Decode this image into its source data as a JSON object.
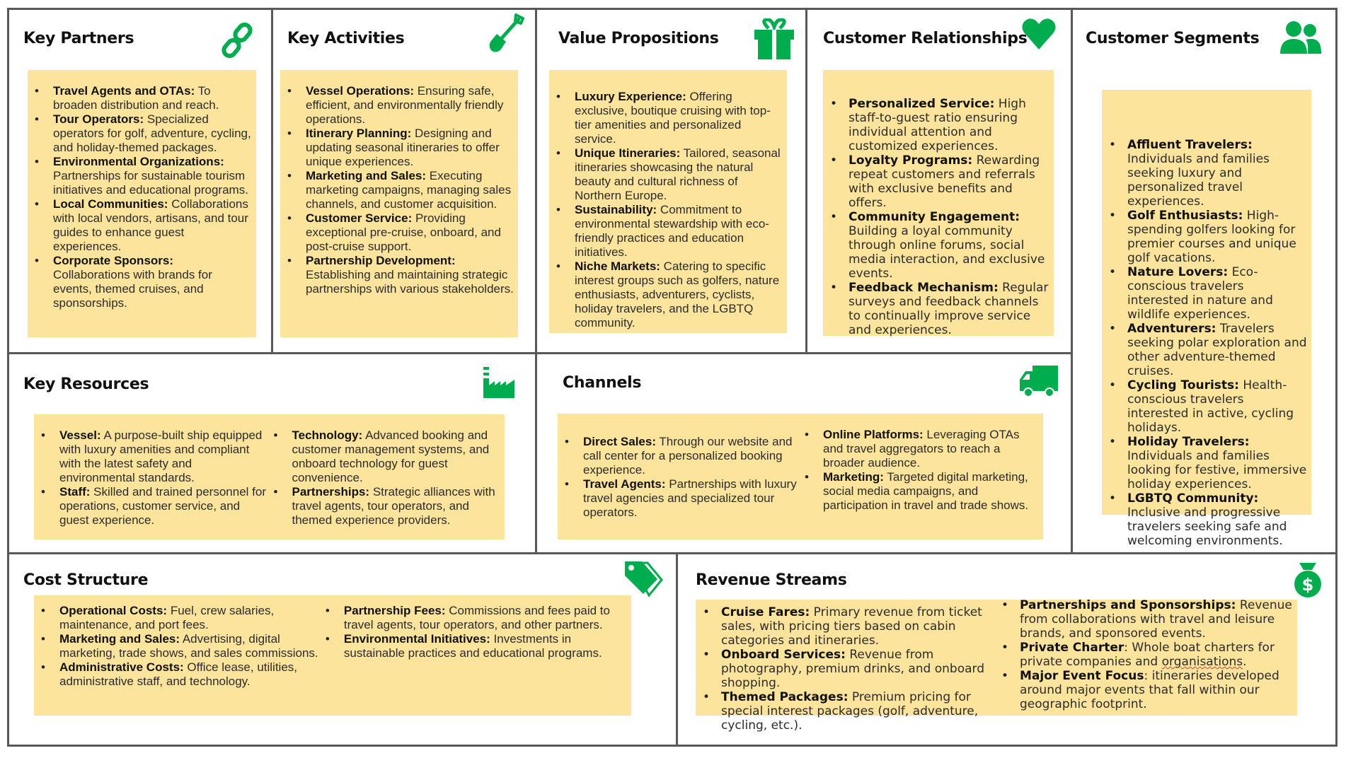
{
  "canvas": {
    "accent_color": "#00ad4e",
    "note_color": "#fde49c",
    "border_color": "#595959"
  },
  "key_partners": {
    "title": "Key Partners",
    "icon": "link-icon",
    "items": [
      {
        "label": "Travel Agents and OTAs:",
        "text": " To broaden distribution and reach."
      },
      {
        "label": "Tour Operators:",
        "text": " Specialized operators for golf, adventure, cycling, and holiday-themed packages."
      },
      {
        "label": "Environmental Organizations:",
        "text": " Partnerships for sustainable tourism initiatives and educational programs."
      },
      {
        "label": "Local Communities:",
        "text": " Collaborations with local vendors, artisans, and tour guides to enhance guest experiences."
      },
      {
        "label": "Corporate Sponsors:",
        "text": " Collaborations with brands for events, themed cruises, and sponsorships."
      }
    ]
  },
  "key_activities": {
    "title": "Key Activities",
    "icon": "shovel-icon",
    "items": [
      {
        "label": "Vessel Operations:",
        "text": " Ensuring safe, efficient, and environmentally friendly operations."
      },
      {
        "label": "Itinerary Planning:",
        "text": " Designing and updating seasonal itineraries to offer unique experiences."
      },
      {
        "label": "Marketing and Sales:",
        "text": " Executing marketing campaigns, managing sales channels, and customer acquisition."
      },
      {
        "label": "Customer Service:",
        "text": " Providing exceptional pre-cruise, onboard, and post-cruise support."
      },
      {
        "label": "Partnership Development:",
        "text": " Establishing and maintaining strategic partnerships with various stakeholders."
      }
    ]
  },
  "value_propositions": {
    "title": "Value Propositions",
    "icon": "gift-icon",
    "items": [
      {
        "label": "Luxury Experience:",
        "text": " Offering exclusive, boutique cruising with top-tier amenities and personalized service."
      },
      {
        "label": "Unique Itineraries:",
        "text": " Tailored, seasonal itineraries showcasing the natural beauty and cultural richness of Northern Europe."
      },
      {
        "label": "Sustainability:",
        "text": " Commitment to environmental stewardship with eco-friendly practices and education initiatives."
      },
      {
        "label": "Niche Markets:",
        "text": " Catering to specific interest groups such as golfers, nature enthusiasts, adventurers, cyclists, holiday travelers, and the LGBTQ community."
      }
    ]
  },
  "customer_relationships": {
    "title": "Customer Relationships",
    "icon": "heart-icon",
    "items": [
      {
        "label": "Personalized Service:",
        "text": " High staff-to-guest ratio ensuring individual attention and customized experiences."
      },
      {
        "label": "Loyalty Programs:",
        "text": " Rewarding repeat customers and referrals with exclusive benefits and offers."
      },
      {
        "label": "Community Engagement:",
        "text": " Building a loyal community through online forums, social media interaction, and exclusive events."
      },
      {
        "label": "Feedback Mechanism:",
        "text": " Regular surveys and feedback channels to continually improve service and experiences."
      }
    ]
  },
  "customer_segments": {
    "title": "Customer Segments",
    "icon": "users-icon",
    "items": [
      {
        "label": "Affluent Travelers:",
        "text": " Individuals and families seeking luxury and personalized travel experiences."
      },
      {
        "label": "Golf Enthusiasts:",
        "text": " High-spending golfers looking for premier courses and unique golf vacations."
      },
      {
        "label": "Nature Lovers:",
        "text": " Eco-conscious travelers interested in nature and wildlife experiences."
      },
      {
        "label": "Adventurers:",
        "text": " Travelers seeking polar exploration and other adventure-themed cruises."
      },
      {
        "label": "Cycling Tourists:",
        "text": " Health-conscious travelers interested in active, cycling holidays."
      },
      {
        "label": "Holiday Travelers:",
        "text": " Individuals and families looking for festive, immersive holiday experiences."
      },
      {
        "label": "LGBTQ Community:",
        "text": " Inclusive and progressive travelers seeking safe and welcoming environments."
      }
    ]
  },
  "key_resources": {
    "title": "Key Resources",
    "icon": "factory-icon",
    "columns": [
      [
        {
          "label": "Vessel:",
          "text": " A purpose-built ship equipped with luxury amenities and compliant with the latest safety and environmental standards."
        },
        {
          "label": "Staff:",
          "text": " Skilled and trained personnel for operations, customer service, and guest experience."
        }
      ],
      [
        {
          "label": "Technology:",
          "text": " Advanced booking and customer management systems, and onboard technology for guest convenience."
        },
        {
          "label": "Partnerships:",
          "text": " Strategic alliances with travel agents, tour operators, and themed experience providers."
        }
      ]
    ]
  },
  "channels": {
    "title": "Channels",
    "icon": "truck-icon",
    "columns": [
      [
        {
          "label": "Direct Sales:",
          "text": " Through our website and call center for a personalized booking experience."
        },
        {
          "label": "Travel Agents:",
          "text": " Partnerships with luxury travel agencies and specialized tour operators."
        }
      ],
      [
        {
          "label": "Online Platforms:",
          "text": " Leveraging OTAs and travel aggregators to reach a broader audience."
        },
        {
          "label": "Marketing:",
          "text": " Targeted digital marketing, social media campaigns, and participation in travel and trade shows."
        }
      ]
    ]
  },
  "cost_structure": {
    "title": "Cost Structure",
    "icon": "tags-icon",
    "columns": [
      [
        {
          "label": "Operational Costs:",
          "text": " Fuel, crew salaries, maintenance, and port fees."
        },
        {
          "label": "Marketing and Sales:",
          "text": " Advertising, digital marketing, trade shows, and sales commissions."
        },
        {
          "label": "Administrative Costs:",
          "text": " Office lease, utilities, administrative staff, and technology."
        }
      ],
      [
        {
          "label": "Partnership Fees:",
          "text": " Commissions and fees paid to travel agents, tour operators, and other partners."
        },
        {
          "label": "Environmental Initiatives:",
          "text": " Investments in sustainable practices and educational programs."
        }
      ]
    ]
  },
  "revenue_streams": {
    "title": "Revenue Streams",
    "icon": "money-bag-icon",
    "columns": [
      [
        {
          "label": "Cruise Fares:",
          "text": " Primary revenue from ticket sales, with pricing tiers based on cabin categories and itineraries."
        },
        {
          "label": "Onboard Services:",
          "text": " Revenue from photography, premium drinks, and onboard shopping."
        },
        {
          "label": "Themed Packages:",
          "text": " Premium pricing for special interest packages (golf, adventure, cycling, etc.)."
        }
      ],
      [
        {
          "label": "Partnerships and Sponsorships:",
          "text": " Revenue from collaborations with travel and leisure brands, and sponsored events."
        },
        {
          "label": "Private Charter",
          "text": ": Whole boat charters for private companies and ",
          "flagged": "organisations",
          "tail": "."
        },
        {
          "label": "Major Event Focus",
          "text": ": itineraries developed around major events that fall within our geographic footprint."
        }
      ]
    ]
  }
}
